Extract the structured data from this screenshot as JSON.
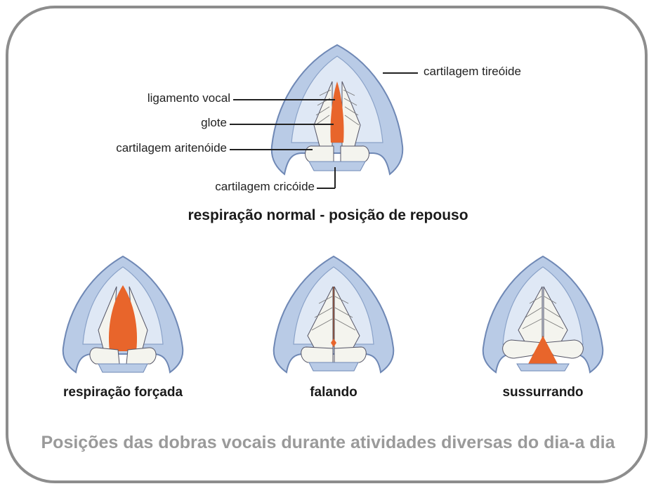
{
  "labels": {
    "thyroid": "cartilagem tireóide",
    "vocal_ligament": "ligamento vocal",
    "glottis": "glote",
    "arytenoid": "cartilagem aritenóide",
    "cricoid": "cartilagem cricóide"
  },
  "main_caption": "respiração normal - posição de repouso",
  "captions": {
    "forced": "respiração forçada",
    "speaking": "falando",
    "whispering": "sussurrando"
  },
  "footer": "Posições das dobras vocais durante atividades diversas do dia-a dia",
  "colors": {
    "frame": "#8d8d8d",
    "cartilage_blue": "#b9cbe6",
    "cartilage_light": "#dfe8f5",
    "glottis_orange": "#e8652b",
    "fold_white": "#f4f4ee",
    "text": "#222222",
    "footer_text": "#9a9a9a"
  }
}
